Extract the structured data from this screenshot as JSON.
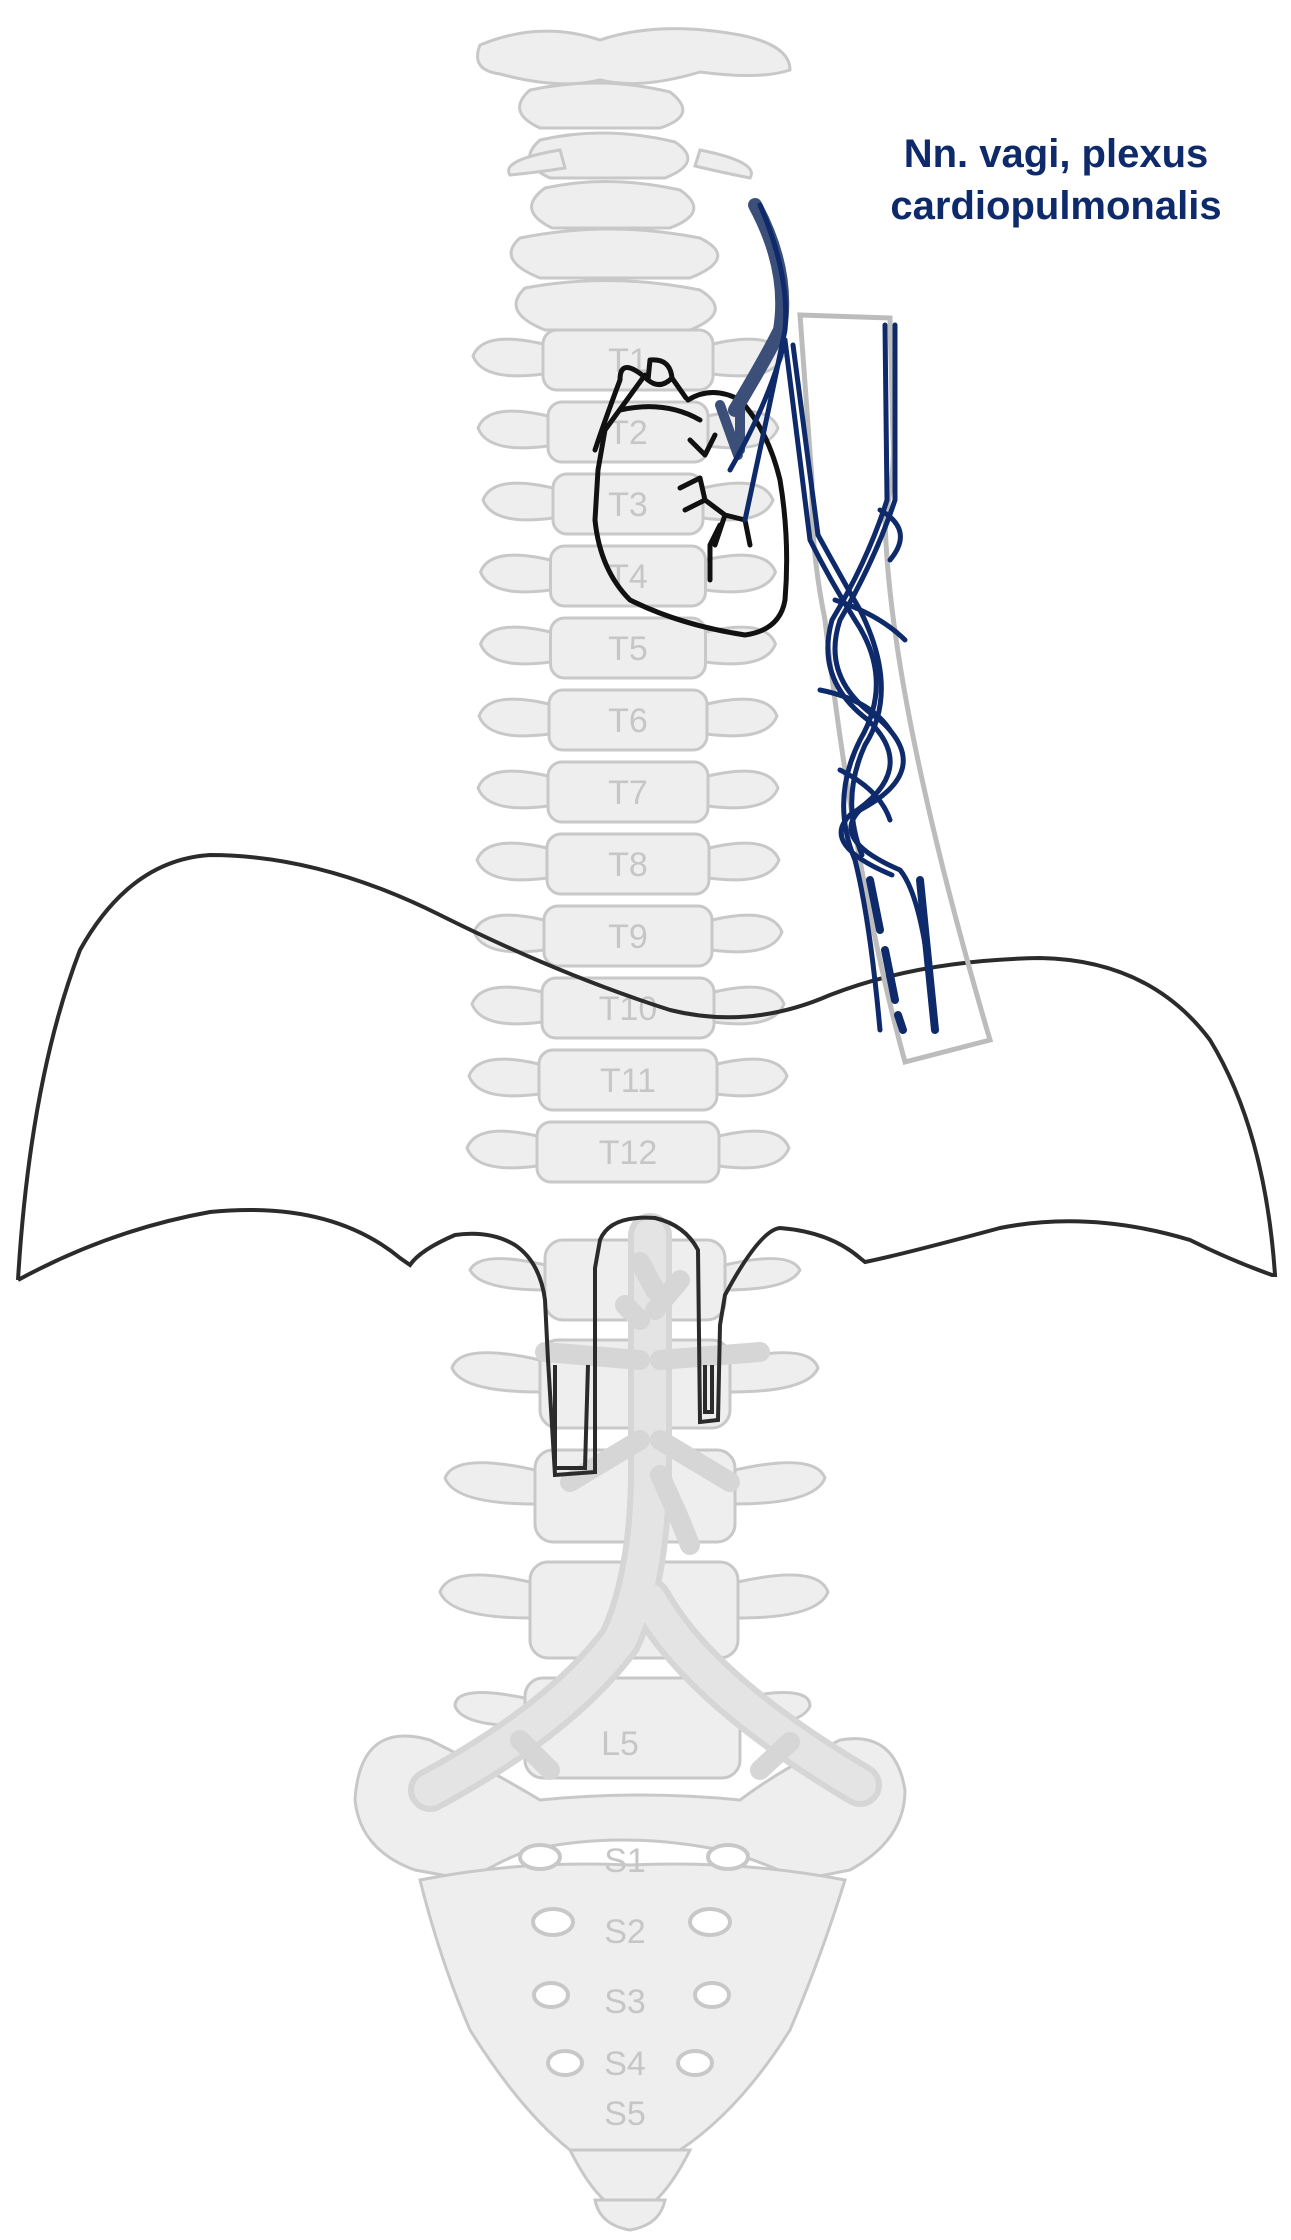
{
  "title": {
    "line1": "Nn. vagi, plexus",
    "line2": "cardiopulmonalis"
  },
  "vertebrae": {
    "thoracic": [
      "T1",
      "T2",
      "T3",
      "T4",
      "T5",
      "T6",
      "T7",
      "T8",
      "T9",
      "T10",
      "T11",
      "T12"
    ],
    "lumbar": [
      "L5"
    ],
    "sacral": [
      "S1",
      "S2",
      "S3",
      "S4",
      "S5"
    ]
  },
  "colors": {
    "nerve": "#0e2a6a",
    "bone": "#eeeeee",
    "bone_outline": "#c8c8c8",
    "outline": "#222222"
  }
}
